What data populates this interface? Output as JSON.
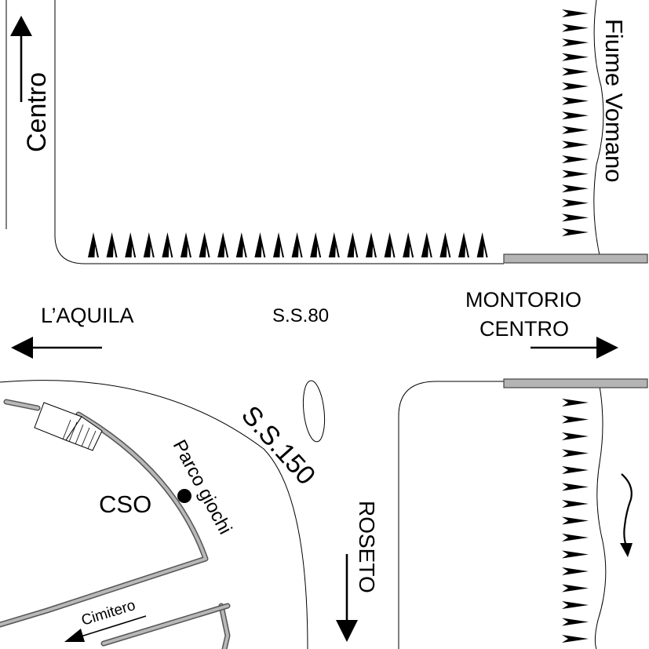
{
  "labels": {
    "centro": "Centro",
    "fiume": "Fiume Vomano",
    "aquila": "L’AQUILA",
    "ss80": "S.S.80",
    "montorio_line1": "MONTORIO",
    "montorio_line2": "CENTRO",
    "ss150": "S.S.150",
    "parco": "Parco giochi",
    "cso": "CSO",
    "roseto": "ROSETO",
    "cimitero": "Cimitero"
  },
  "colors": {
    "ink": "#000000",
    "wall": "#555555",
    "bridge": "#b4b4b4",
    "background": "#ffffff"
  },
  "icons": {
    "tree_row": "triangle-tree-icon",
    "poi_marker": "dot-marker-icon",
    "river_flow": "curved-arrow-icon"
  }
}
